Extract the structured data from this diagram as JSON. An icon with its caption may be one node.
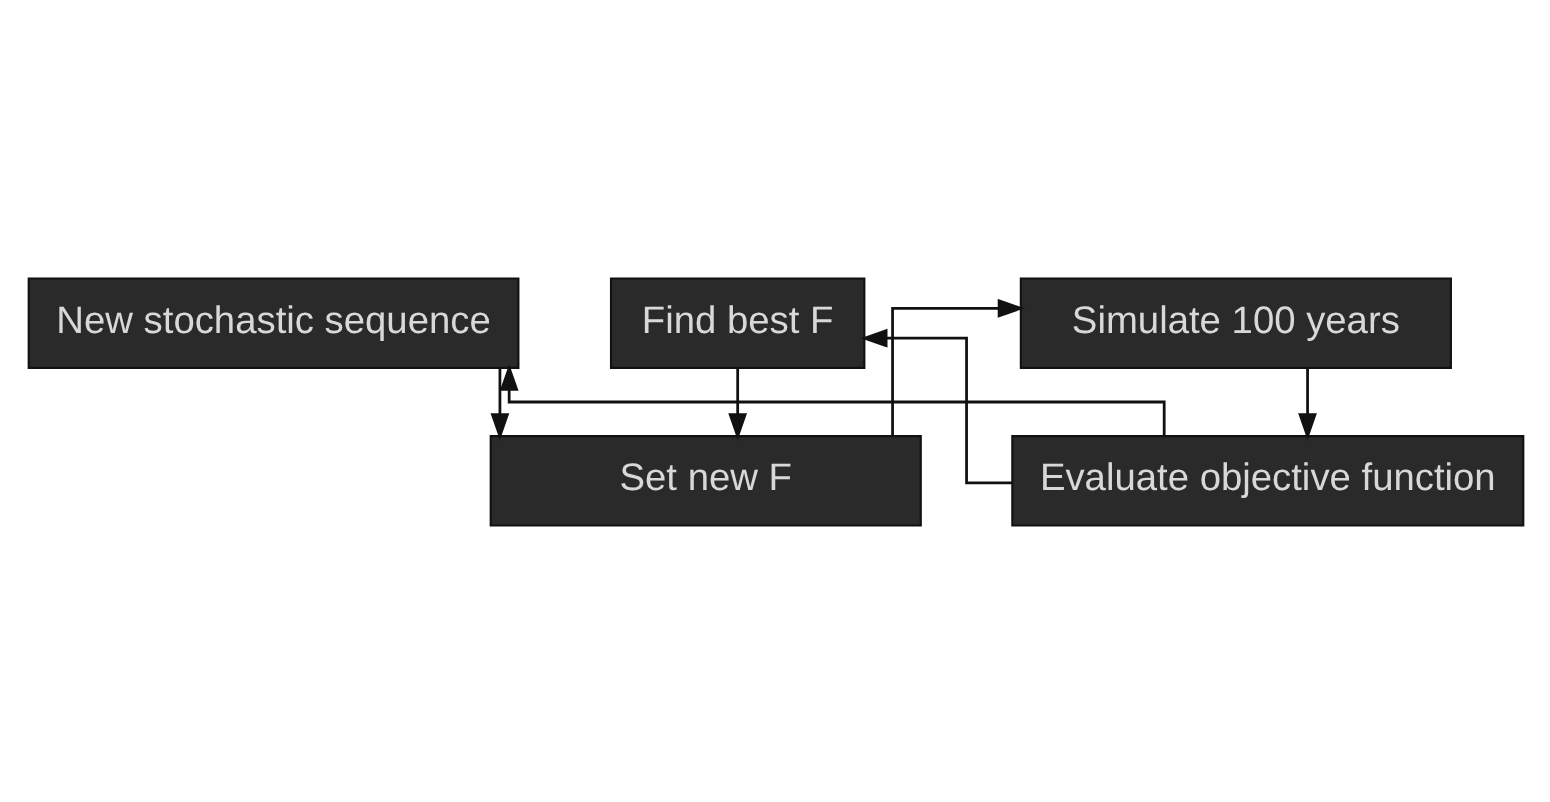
{
  "diagram": {
    "nodes": [
      {
        "text": [
          "New stochastic sequence"
        ]
      },
      {
        "text": [
          "Find best F"
        ]
      },
      {
        "text": [
          "Set new F"
        ]
      },
      {
        "text": [
          "Simulate 100 years"
        ]
      },
      {
        "text": [
          "Evaluate objective function"
        ]
      }
    ],
    "edges": [
      {
        "from": 0,
        "to": 2,
        "arrow": "to"
      },
      {
        "from": 1,
        "to": 2,
        "arrow": "to"
      },
      {
        "from": 2,
        "to": 3,
        "arrow": "to"
      },
      {
        "from": 3,
        "to": 4,
        "arrow": "to"
      },
      {
        "from": 4,
        "to": 1,
        "arrow": "to"
      },
      {
        "from": 4,
        "to": 0,
        "arrow": "to"
      }
    ]
  }
}
